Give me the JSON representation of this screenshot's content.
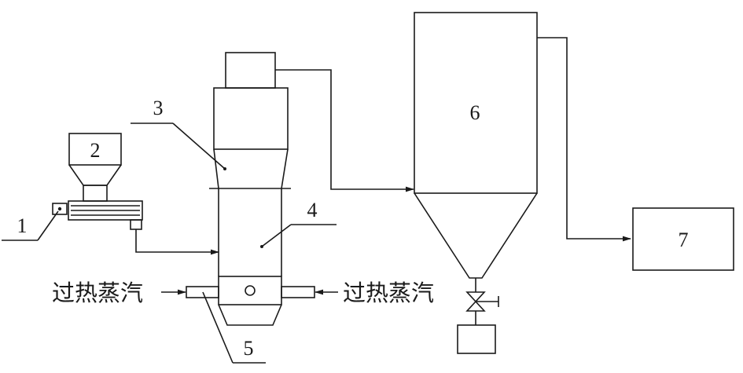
{
  "labels": {
    "part_1": "1",
    "part_2": "2",
    "part_3": "3",
    "part_4": "4",
    "part_5": "5",
    "part_6": "6",
    "part_7": "7"
  },
  "steam_left": "过热蒸汽",
  "steam_right": "过热蒸汽"
}
